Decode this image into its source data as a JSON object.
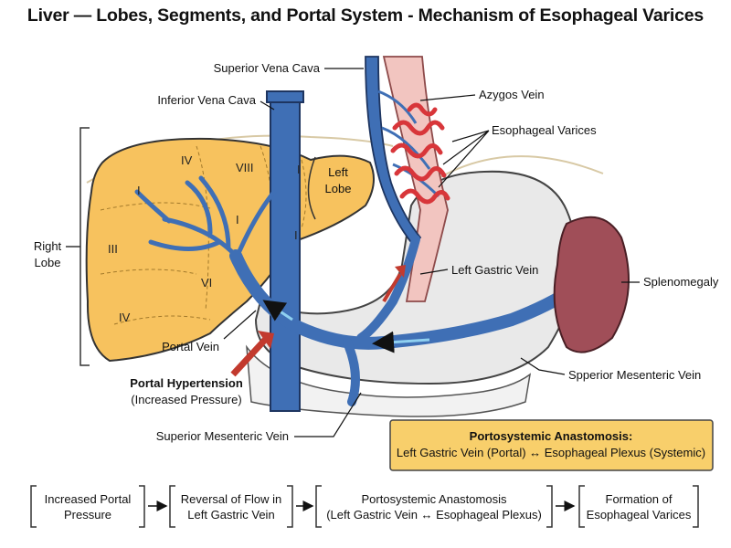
{
  "title": "Liver — Lobes, Segments, and Portal System - Mechanism of Esophageal Varices",
  "labels": {
    "superior_vena_cava": "Superior Vena Cava",
    "inferior_vena_cava": "Inferior Vena Cava",
    "azygos_vein": "Azygos Vein",
    "esophageal_varices": "Esophageal Varices",
    "right_lobe_line1": "Right",
    "right_lobe_line2": "Lobe",
    "left_lobe_line1": "Left",
    "left_lobe_line2": "Lobe",
    "left_gastric_vein": "Left Gastric Vein",
    "splenomegaly": "Splenomegaly",
    "portal_vein": "Portal Vein",
    "portal_hypertension": "Portal Hypertension",
    "increased_pressure": "(Increased Pressure)",
    "spperior_mesenteric_vein": "Spperior Mesenteric Vein",
    "superior_mesenteric_vein": "Superior Mesenteric Vein"
  },
  "segments": [
    "I",
    "IV",
    "VIII",
    "I",
    "I",
    "III",
    "VI",
    "IV",
    "I"
  ],
  "anastomosis_box": {
    "title": "Portosystemic Anastomosis:",
    "text": "Left Gastric Vein (Portal) ↔ Esophageal Plexus (Systemic)"
  },
  "flow_steps": [
    {
      "line1": "Increased Portal",
      "line2": "Pressure"
    },
    {
      "line1": "Reversal of Flow in",
      "line2": "Left Gastric Vein"
    },
    {
      "line1": "Portosystemic Anastomosis",
      "line2": "(Left Gastric Vein ↔ Esophageal Plexus)"
    },
    {
      "line1": "Formation of",
      "line2": "Esophageal Varices"
    }
  ],
  "colors": {
    "liver": "#f7c25e",
    "vein": "#3f6fb5",
    "esophagus": "#f2c5c0",
    "varices": "#d8363a",
    "spleen": "#a04e58",
    "stomach": "#e9e9e9",
    "box": "#f8cf6b",
    "arrow_red": "#c23a2e"
  }
}
